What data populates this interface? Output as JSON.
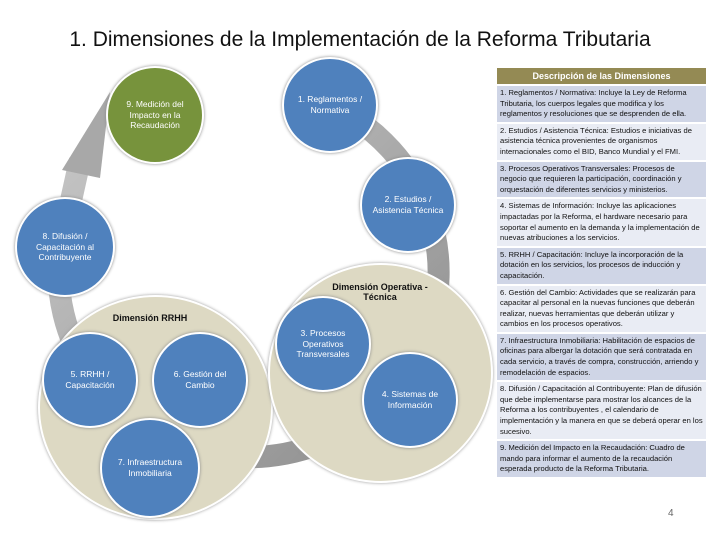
{
  "title": "1. Dimensiones de la Implementación de la Reforma Tributaria",
  "circles": {
    "c1": "1. Reglamentos / Normativa",
    "c2": "2. Estudios / Asistencia Técnica",
    "c3": "3. Procesos Operativos Transversales",
    "c4": "4. Sistemas de Información",
    "c5": "5. RRHH / Capacitación",
    "c6": "6. Gestión del Cambio",
    "c7": "7. Infraestructura Inmobiliaria",
    "c8": "8. Difusión / Capacitación al Contribuyente",
    "c9": "9. Medición del Impacto en la Recaudación"
  },
  "groups": {
    "rrhh": "Dimensión RRHH",
    "operativa": "Dimensión Operativa - Técnica"
  },
  "table": {
    "header": "Descripción de las Dimensiones",
    "rows": [
      "1. Reglamentos / Normativa: Incluye la Ley de Reforma Tributaria, los cuerpos legales que modifica y los reglamentos y resoluciones que se desprenden de ella.",
      "2. Estudios / Asistencia Técnica: Estudios e iniciativas de asistencia técnica provenientes de organismos internacionales como el BID, Banco Mundial y el FMI.",
      "3. Procesos Operativos Transversales: Procesos de negocio que requieren la participación, coordinación y orquestación de diferentes servicios y ministerios.",
      "4. Sistemas de Información: Incluye las aplicaciones impactadas por la Reforma, el hardware necesario para soportar el aumento en la demanda y la implementación de nuevas atribuciones  a los servicios.",
      "5. RRHH / Capacitación: Incluye la incorporación de la dotación en los servicios, los procesos de inducción y capacitación.",
      "6. Gestión del Cambio: Actividades que se realizarán para capacitar al personal en la nuevas funciones que deberán realizar, nuevas herramientas que deberán utilizar y cambios en los procesos operativos.",
      "7. Infraestructura Inmobiliaria: Habilitación de espacios de oficinas para albergar la dotación que será contratada en cada servicio, a través de compra, construcción, arriendo y remodelación de espacios.",
      "8. Difusión / Capacitación al Contribuyente: Plan de difusión que debe implementarse para mostrar los alcances de la Reforma a los contribuyentes , el calendario de implementación y la manera en que se deberá operar en los sucesivo.",
      "9. Medición del Impacto en la Recaudación: Cuadro de mando para informar el aumento de la recaudación esperada producto de la Reforma Tributaria."
    ]
  },
  "page_number": "4"
}
